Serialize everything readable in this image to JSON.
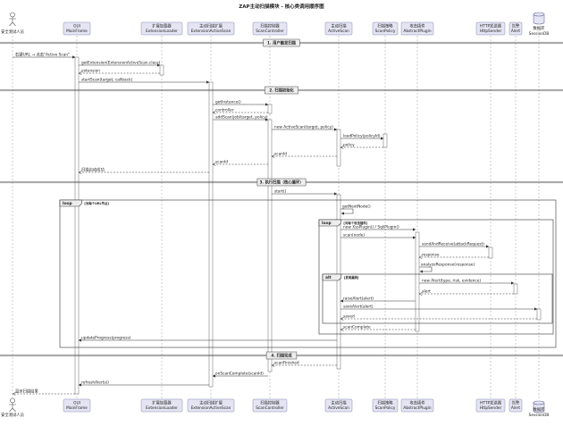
{
  "title": "ZAP主动扫描模块 - 核心类调用顺序图",
  "participants": [
    {
      "id": "user",
      "kind": "actor",
      "lines": [
        "安全测试人员"
      ]
    },
    {
      "id": "gui",
      "kind": "box",
      "lines": [
        "GUI",
        "MainFrame"
      ]
    },
    {
      "id": "ext",
      "kind": "box",
      "lines": [
        "扩展加载器",
        "ExtensionLoader"
      ]
    },
    {
      "id": "eas",
      "kind": "box",
      "lines": [
        "主动扫描扩展",
        "ExtensionActiveScan"
      ]
    },
    {
      "id": "ctl",
      "kind": "box",
      "lines": [
        "扫描控制器",
        "ScanController"
      ]
    },
    {
      "id": "as",
      "kind": "box",
      "lines": [
        "主动扫描",
        "ActiveScan"
      ]
    },
    {
      "id": "pol",
      "kind": "box",
      "lines": [
        "扫描策略",
        "ScanPolicy"
      ]
    },
    {
      "id": "plg",
      "kind": "box",
      "lines": [
        "攻击插件",
        "AbstractPlugin"
      ]
    },
    {
      "id": "http",
      "kind": "box",
      "lines": [
        "HTTP发送器",
        "HttpSender"
      ]
    },
    {
      "id": "alert",
      "kind": "box",
      "lines": [
        "告警",
        "Alert"
      ]
    },
    {
      "id": "db",
      "kind": "db",
      "lines": [
        "数据库",
        "SessionDB"
      ]
    }
  ],
  "sections": [
    "1. 用户触发扫描",
    "2. 扫描初始化",
    "3. 执行扫描（核心循环）",
    "4. 扫描完成"
  ],
  "messages": [
    {
      "from": "user",
      "to": "gui",
      "label": "右键URL → 点击\"Active Scan\""
    },
    {
      "from": "gui",
      "to": "ext",
      "label": "getExtension(ExtensionActiveScan.class)"
    },
    {
      "from": "ext",
      "to": "gui",
      "label": "extension"
    },
    {
      "from": "gui",
      "to": "eas",
      "label": "startScan(target, callback)"
    },
    {
      "from": "eas",
      "to": "ctl",
      "label": "getInstance()"
    },
    {
      "from": "ctl",
      "to": "eas",
      "label": "controller"
    },
    {
      "from": "eas",
      "to": "ctl",
      "label": "addScan(job(target, policy)"
    },
    {
      "from": "ctl",
      "to": "as",
      "label": "new ActiveScan(target, policy)"
    },
    {
      "from": "as",
      "to": "pol",
      "label": "loadPolicy(policyId)"
    },
    {
      "from": "pol",
      "to": "as",
      "label": "policy"
    },
    {
      "from": "as",
      "to": "ctl",
      "label": "scanId"
    },
    {
      "from": "ctl",
      "to": "eas",
      "label": "scanId"
    },
    {
      "from": "eas",
      "to": "gui",
      "label": "扫描启动成功"
    },
    {
      "from": "ctl",
      "to": "as",
      "label": "start()"
    },
    {
      "from": "as",
      "to": "as",
      "label": "getNextNode()"
    },
    {
      "from": "as",
      "to": "plg",
      "label": "new XssPlugin() / SqliPlugin()"
    },
    {
      "from": "as",
      "to": "plg",
      "label": "scan(node)"
    },
    {
      "from": "plg",
      "to": "http",
      "label": "sendAndReceive(attackRequest)"
    },
    {
      "from": "http",
      "to": "plg",
      "label": "response"
    },
    {
      "from": "plg",
      "to": "plg",
      "label": "analyzeResponse(response)"
    },
    {
      "from": "plg",
      "to": "alert",
      "label": "new Alert(type, risk, evidence)"
    },
    {
      "from": "alert",
      "to": "plg",
      "label": "alert"
    },
    {
      "from": "plg",
      "to": "as",
      "label": "raiseAlert(alert)"
    },
    {
      "from": "as",
      "to": "db",
      "label": "saveAlert(alert)"
    },
    {
      "from": "db",
      "to": "as",
      "label": "saved"
    },
    {
      "from": "plg",
      "to": "as",
      "label": "scanComplete"
    },
    {
      "from": "as",
      "to": "gui",
      "label": "updateProgress(progress)"
    },
    {
      "from": "as",
      "to": "ctl",
      "label": "scanFinished"
    },
    {
      "from": "ctl",
      "to": "eas",
      "label": "onScanComplete(scanId)"
    },
    {
      "from": "eas",
      "to": "gui",
      "label": "refreshAlerts()"
    },
    {
      "from": "gui",
      "to": "user",
      "label": "显示扫描结果"
    }
  ],
  "fragments": [
    {
      "op": "loop",
      "guard": "[对每个URL节点]"
    },
    {
      "op": "loop",
      "guard": "[对每个攻击插件]"
    },
    {
      "op": "alt",
      "guard": "[发现漏洞]"
    }
  ]
}
